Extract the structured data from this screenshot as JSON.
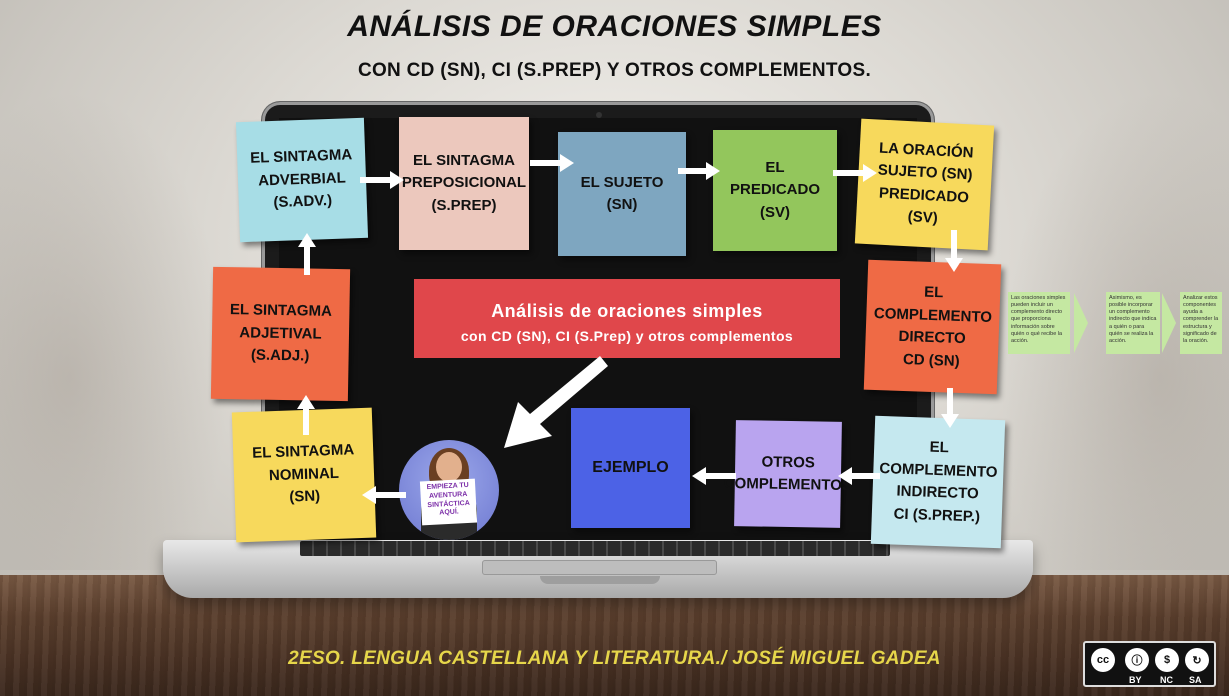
{
  "header": {
    "title": "ANÁLISIS DE ORACIONES SIMPLES",
    "subtitle": "CON CD (SN), CI (S.PREP) Y OTROS COMPLEMENTOS."
  },
  "banner": {
    "line1": "Análisis de oraciones simples",
    "line2": "con CD (SN), CI (S.Prep) y otros complementos"
  },
  "notes": {
    "adverbial": "EL SINTAGMA\nADVERBIAL\n(S.ADV.)",
    "preposicional": "EL SINTAGMA\nPREPOSICIONAL\n(S.PREP)",
    "sujeto": "EL SUJETO (SN)",
    "predicado": "EL PREDICADO\n(SV)",
    "oracion": "LA ORACIÓN\nSUJETO (SN)\nPREDICADO (SV)",
    "adjetival": "EL SINTAGMA\nADJETIVAL\n(S.ADJ.)",
    "cd": "EL\nCOMPLEMENTO\nDIRECTO\nCD (SN)",
    "nominal": "EL SINTAGMA\nNOMINAL\n(SN)",
    "ejemplo": "EJEMPLO",
    "otros": "OTROS\nCOMPLEMENTOS",
    "ci": "EL\nCOMPLEMENTO\nINDIRECTO\nCI (S.PREP.)"
  },
  "avatar": {
    "sign": "EMPIEZA TU AVENTURA SINTÁCTICA AQUÍ."
  },
  "mini_notes": {
    "n1": "Las oraciones simples pueden incluir un complemento directo que proporciona información sobre quién o qué recibe la acción.",
    "n2": "Asimismo, es posible incorporar un complemento indirecto que indica a quién o para quién se realiza la acción.",
    "n3": "Analizar estos componentes ayuda a comprender la estructura y significado de la oración."
  },
  "footer": {
    "text": "2ESO. LENGUA CASTELLANA Y LITERATURA./ JOSÉ MIGUEL GADEA"
  },
  "license": {
    "cc": "cc",
    "by": "BY",
    "nc": "NC",
    "sa": "SA"
  },
  "colors": {
    "banner": "#e0474b",
    "sky_blue": "#a7dde6",
    "peach": "#ecc8bd",
    "slate_blue": "#7ea6c0",
    "green": "#93c65c",
    "yellow": "#f7d95c",
    "orange": "#ef6a45",
    "blue": "#4c62e6",
    "lilac": "#b9a4ef",
    "light_blue": "#c5e8ef",
    "footer_text": "#e6d64a"
  }
}
